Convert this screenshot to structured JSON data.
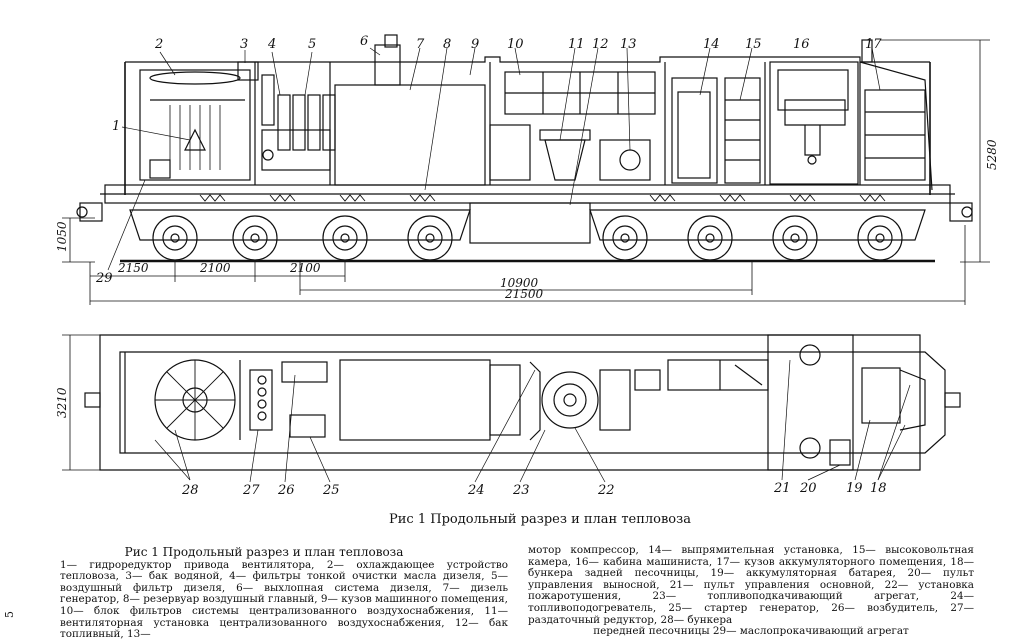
{
  "figure": {
    "caption": "Рис  1  Продольный разрез и план тепловоза",
    "caption_repeat": "Рис  1  Продольный разрез и план тепловоза",
    "legend_left": "1— гидроредуктор привода вентилятора, 2— охлаждающее устройство тепловоза, 3— бак водяной, 4— фильтры тонкой очистки масла дизеля, 5— воздушный фильтр дизеля, 6— выхлопная система дизеля, 7— дизель генератор, 8— резервуар воздушный главный, 9— кузов машинного помещения, 10— блок фильтров системы централизованного воздухоснабжения, 11— вентиляторная установка централизованного воздухоснабжения, 12— бак топливный, 13—",
    "legend_right": "мотор компрессор, 14— выпрямительная установка, 15— высоковольтная камера, 16— кабина машиниста, 17— кузов аккумуляторного помещения, 18— бункера задней песочницы, 19— аккумуляторная батарея, 20— пульт управления выносной, 21— пульт управления основной, 22— установка пожаротушения, 23— топливоподкачивающий агрегат, 24— топливоподогреватель, 25— стартер генератор, 26— возбудитель, 27— раздаточный редуктор, 28— бункера",
    "legend_right_last": "передней песочницы  29— маслопрокачивающий агрегат",
    "page_number": "5"
  },
  "elevation_labels": [
    "1",
    "2",
    "3",
    "4",
    "5",
    "6",
    "7",
    "8",
    "9",
    "10",
    "11",
    "12",
    "13",
    "14",
    "15",
    "16",
    "17",
    "29"
  ],
  "plan_labels": [
    "18",
    "19",
    "20",
    "21",
    "22",
    "23",
    "24",
    "25",
    "26",
    "27",
    "28"
  ],
  "dimensions": {
    "d2150": "2150",
    "d2100a": "2100",
    "d2100b": "2100",
    "d10900": "10900",
    "d21500": "21500",
    "d1050": "1050",
    "d5280": "5280",
    "d3210": "3210"
  }
}
